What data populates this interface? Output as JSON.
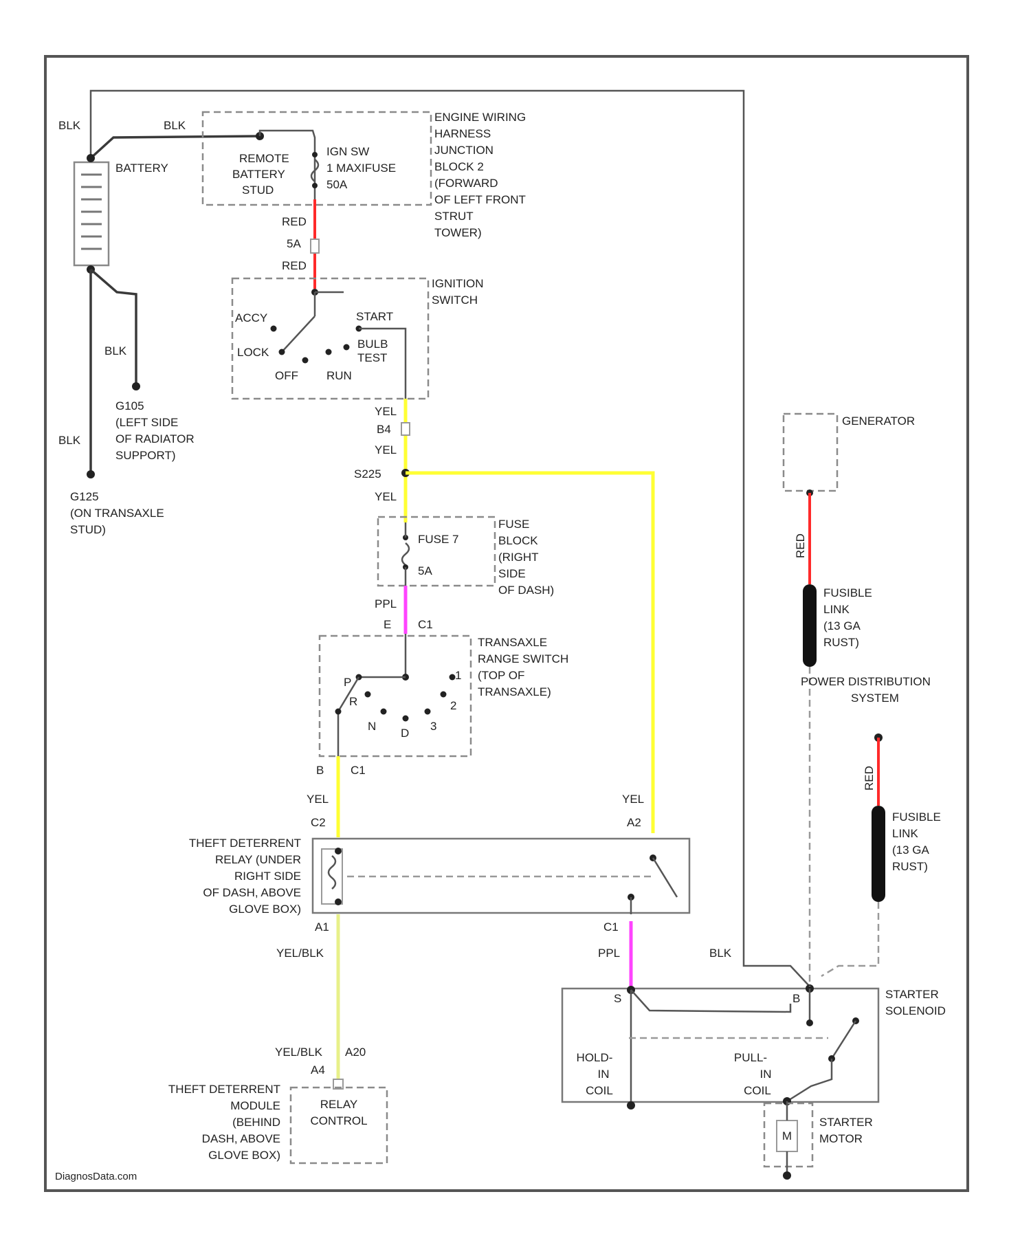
{
  "labels": {
    "blk_top": "BLK",
    "blk_left": "BLK",
    "battery": "BATTERY",
    "remote_stud_1": "REMOTE",
    "remote_stud_2": "BATTERY",
    "remote_stud_3": "STUD",
    "ign_sw_fuse_1": "IGN SW",
    "ign_sw_fuse_2": "1 MAXIFUSE",
    "ign_sw_fuse_3": "50A",
    "ejb_1": "ENGINE WIRING",
    "ejb_2": "HARNESS",
    "ejb_3": "JUNCTION",
    "ejb_4": "BLOCK 2",
    "ejb_5": "(FORWARD",
    "ejb_6": "OF LEFT FRONT",
    "ejb_7": "STRUT",
    "ejb_8": "TOWER)",
    "red_1": "RED",
    "red_5": "5A",
    "red_2": "RED",
    "ign_switch_1": "IGNITION",
    "ign_switch_2": "SWITCH",
    "acc": "ACCY",
    "lock": "LOCK",
    "off": "OFF",
    "run": "RUN",
    "start": "START",
    "bulb_test_1": "BULB",
    "bulb_test_2": "TEST",
    "blk_ground1": "BLK",
    "g105_1": "G105",
    "g105_2": "(LEFT SIDE",
    "g105_3": "OF RADIATOR",
    "g105_4": "SUPPORT)",
    "blk_ground2": "BLK",
    "g125_1": "G125",
    "g125_2": "(ON TRANSAXLE",
    "g125_3": "STUD)",
    "yel_1": "YEL",
    "b4": "B4",
    "yel_2": "YEL",
    "s225": "S225",
    "yel_3": "YEL",
    "fuse7_1": "FUSE 7",
    "fuse7_2": "5A",
    "fuse_block_1": "FUSE",
    "fuse_block_2": "BLOCK",
    "fuse_block_3": "(RIGHT",
    "fuse_block_4": "SIDE",
    "fuse_block_5": "OF DASH)",
    "ppl_1": "PPL",
    "e_1": "E",
    "c1_1": "C1",
    "trs_1": "TRANSAXLE",
    "trs_2": "RANGE SWITCH",
    "trs_3": "(TOP OF",
    "trs_4": "TRANSAXLE)",
    "p": "P",
    "r": "R",
    "n": "N",
    "d": "D",
    "three": "3",
    "two": "2",
    "one": "1",
    "b_1": "B",
    "c1_2": "C1",
    "yel_4": "YEL",
    "c2": "C2",
    "yel_5": "YEL",
    "a2": "A2",
    "tdr_1": "THEFT DETERRENT",
    "tdr_2": "RELAY (UNDER",
    "tdr_3": "RIGHT SIDE",
    "tdr_4": "OF DASH, ABOVE",
    "tdr_5": "GLOVE BOX)",
    "a1": "A1",
    "yelblk_1": "YEL/BLK",
    "c1_3": "C1",
    "ppl_2": "PPL",
    "yelblk_2": "YEL/BLK",
    "a20": "A20",
    "a4": "A4",
    "tdm_1": "THEFT DETERRENT",
    "tdm_2": "MODULE",
    "tdm_3": "(BEHIND",
    "tdm_4": "DASH, ABOVE",
    "tdm_5": "GLOVE BOX)",
    "relay_control_1": "RELAY",
    "relay_control_2": "CONTROL",
    "generator": "GENERATOR",
    "red_g1": "RED",
    "fusible1_1": "FUSIBLE",
    "fusible1_2": "LINK",
    "fusible1_3": "(13 GA",
    "fusible1_4": "RUST)",
    "pds_1": "POWER DISTRIBUTION",
    "pds_2": "SYSTEM",
    "red_g2": "RED",
    "fusible2_1": "FUSIBLE",
    "fusible2_2": "LINK",
    "fusible2_3": "(13 GA",
    "fusible2_4": "RUST)",
    "blk_starter": "BLK",
    "starter_sol_1": "STARTER",
    "starter_sol_2": "SOLENOID",
    "s_term": "S",
    "b_term": "B",
    "hold_1": "HOLD-",
    "hold_2": "IN",
    "hold_3": "COIL",
    "pull_1": "PULL-",
    "pull_2": "IN",
    "pull_3": "COIL",
    "starter_motor_1": "STARTER",
    "starter_motor_2": "MOTOR",
    "m": "M",
    "watermark": "DiagnosData.com"
  },
  "colors": {
    "red_wire": "#ff2a2a",
    "yellow_wire": "#ffff33",
    "purple_wire": "#ff44ff",
    "black_wire": "#3a3a3a"
  }
}
